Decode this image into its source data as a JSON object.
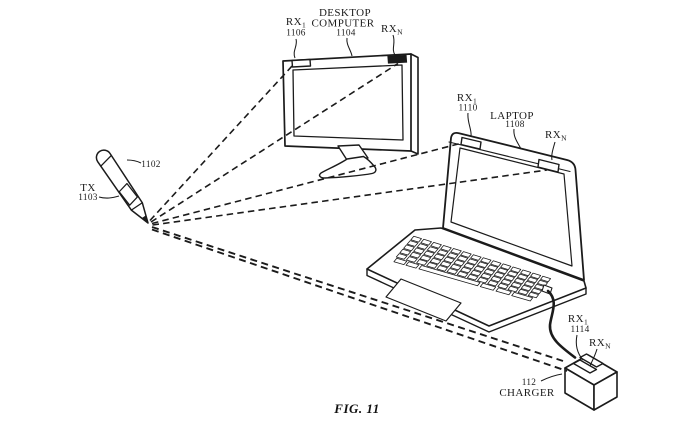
{
  "figure": {
    "caption": "FIG. 11"
  },
  "colors": {
    "ink": "#1b1b1b",
    "paper": "#ffffff"
  },
  "labels": {
    "desktop": {
      "line1": "DESKTOP",
      "line2": "COMPUTER",
      "ref": "1104"
    },
    "rx1_desktop": {
      "name": "RX",
      "sub": "1",
      "ref": "1106"
    },
    "rxn_desktop": {
      "name": "RX",
      "sub": "N"
    },
    "laptop": {
      "line1": "LAPTOP",
      "ref": "1108"
    },
    "rx1_laptop": {
      "name": "RX",
      "sub": "1",
      "ref": "1110"
    },
    "rxn_laptop": {
      "name": "RX",
      "sub": "N"
    },
    "stylus": {
      "ref": "1102"
    },
    "tx": {
      "name": "TX",
      "ref": "1103"
    },
    "rx1_charger": {
      "name": "RX",
      "sub": "1",
      "ref": "1114"
    },
    "rxn_charger": {
      "name": "RX",
      "sub": "N"
    },
    "charger": {
      "ref": "112",
      "name": "CHARGER"
    }
  }
}
